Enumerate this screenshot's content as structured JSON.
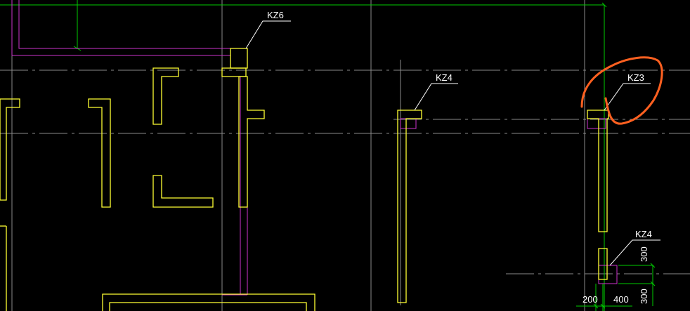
{
  "colors": {
    "background": "#000000",
    "column": "#ffff33",
    "wall_magenta": "#cc33cc",
    "axis_line": "#8a8a8a",
    "dimension_green": "#00cc00",
    "label_white": "#ffffff",
    "annotation_orange": "#ff6020"
  },
  "labels": {
    "kz6": "KZ6",
    "kz4_center": "KZ4",
    "kz3": "KZ3",
    "kz4_right": "KZ4"
  },
  "dimensions": {
    "d300_upper": "300",
    "d300_lower": "300",
    "d200": "200",
    "d400": "400"
  }
}
